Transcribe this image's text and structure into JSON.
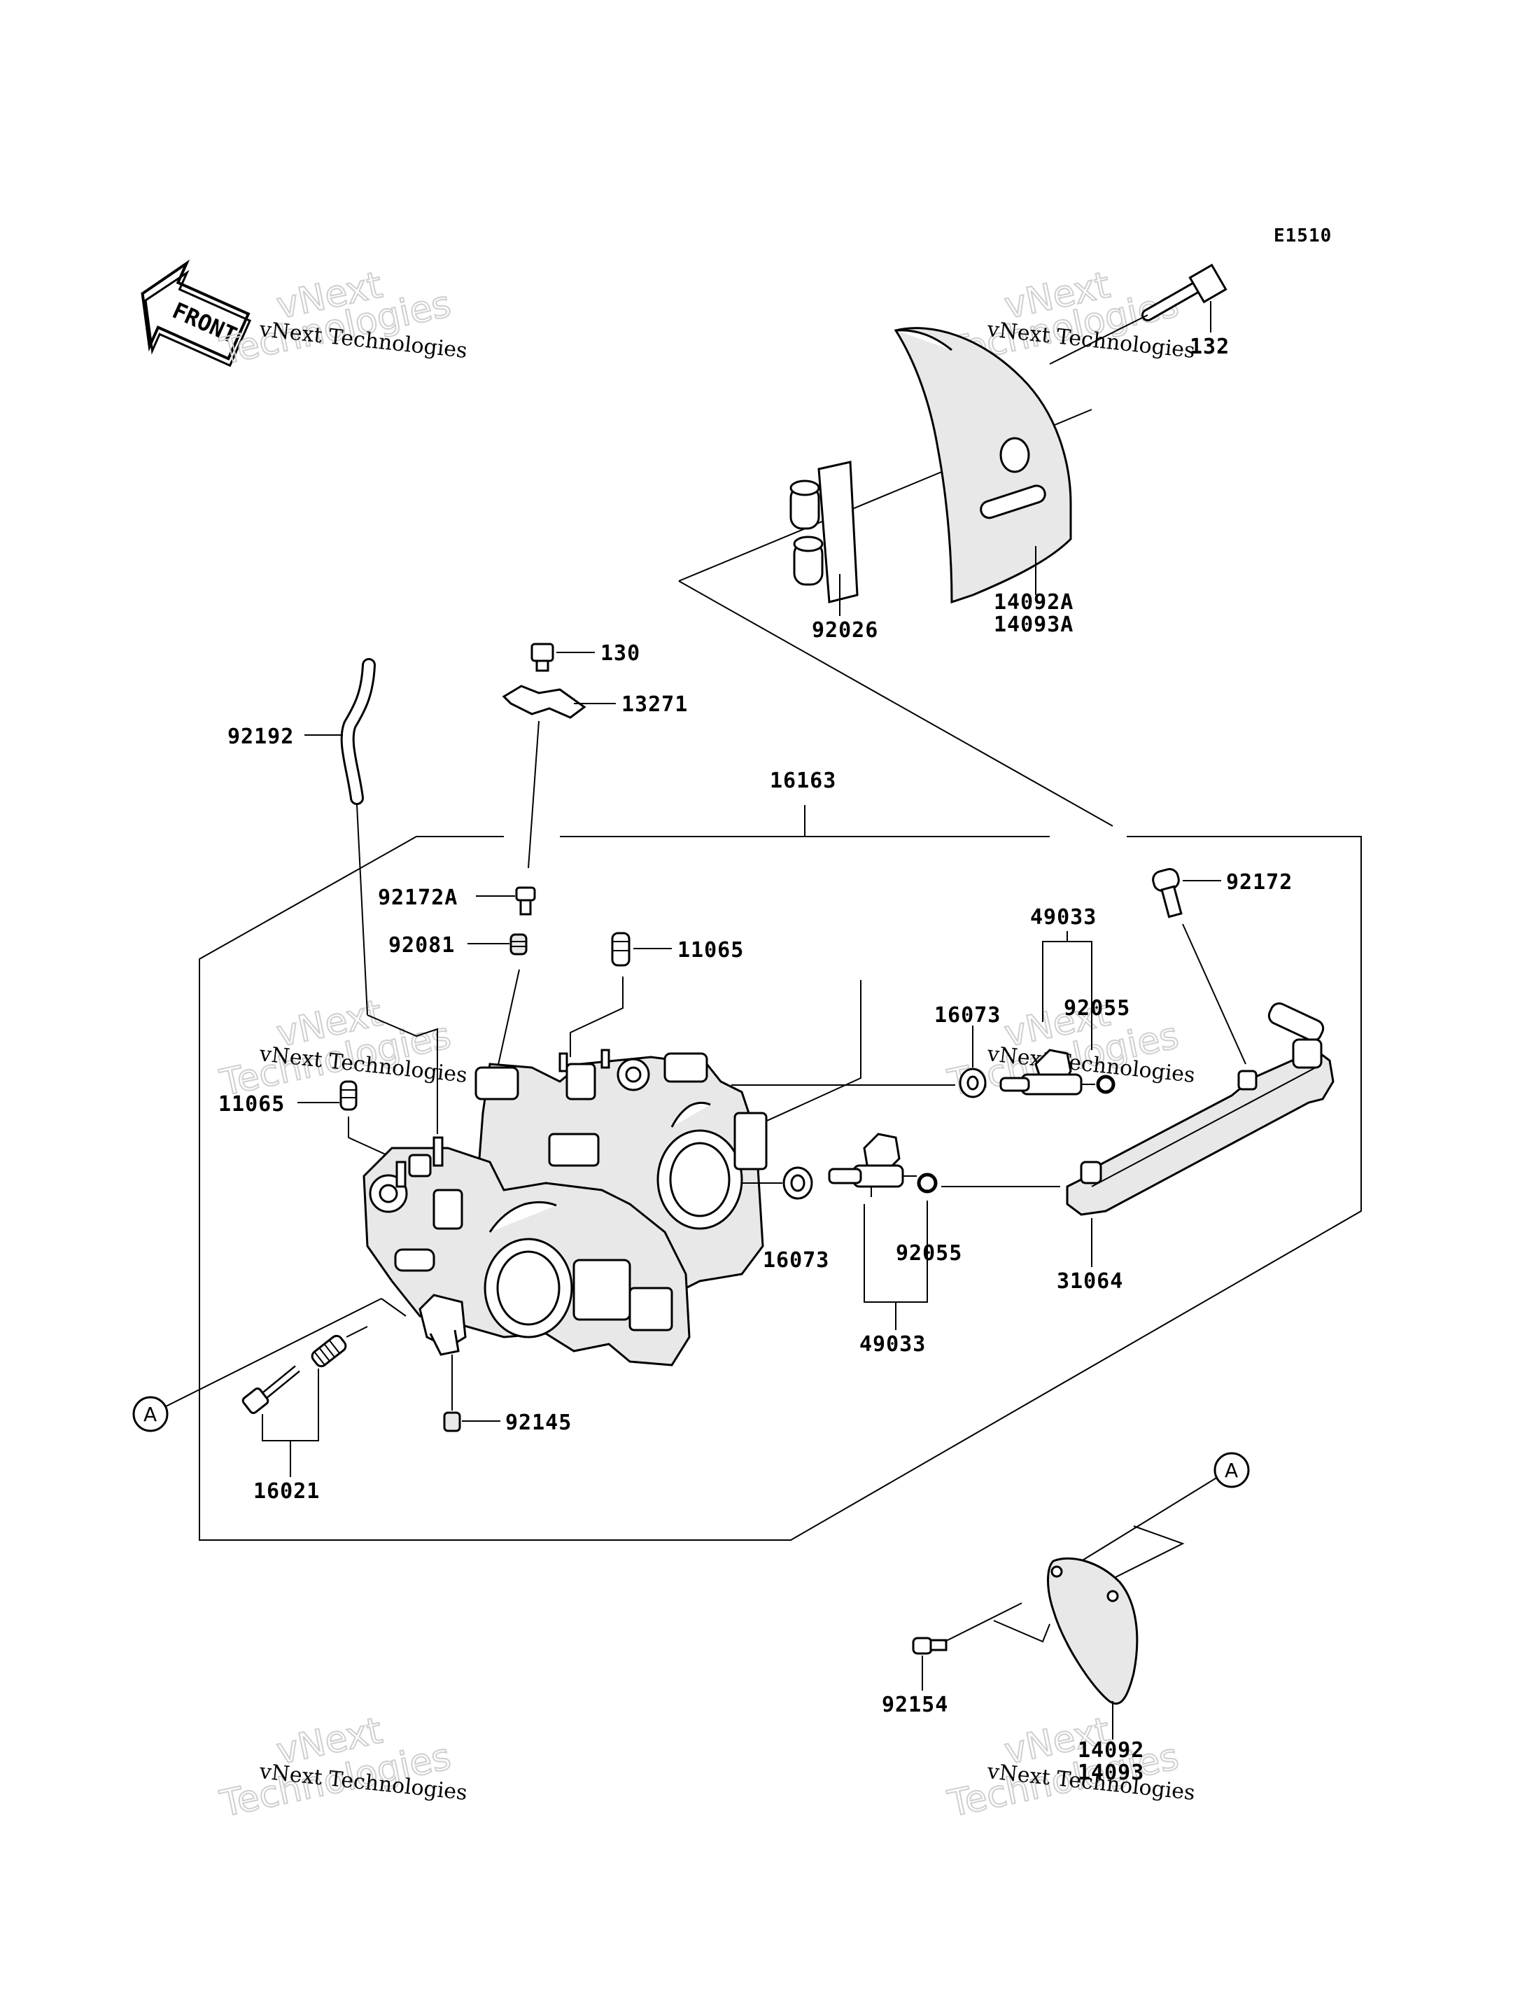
{
  "diagram_code": "E1510",
  "front_label": "FRONT",
  "callout_ref": "A",
  "part_labels": {
    "p132": "132",
    "p14092A": "14092A",
    "p14093A": "14093A",
    "p92026": "92026",
    "p130": "130",
    "p13271": "13271",
    "p92192": "92192",
    "p16163": "16163",
    "p92172A": "92172A",
    "p92172": "92172",
    "p92081": "92081",
    "p11065a": "11065",
    "p11065b": "11065",
    "p49033a": "49033",
    "p92055a": "92055",
    "p16073a": "16073",
    "p16073b": "16073",
    "p92055b": "92055",
    "p31064": "31064",
    "p49033b": "49033",
    "p92145": "92145",
    "p16021": "16021",
    "p92154": "92154",
    "p14092": "14092",
    "p14093": "14093"
  },
  "watermark": {
    "brand": "vNext Technologies",
    "big_line1": "vNext",
    "big_line2": "Technologies"
  }
}
